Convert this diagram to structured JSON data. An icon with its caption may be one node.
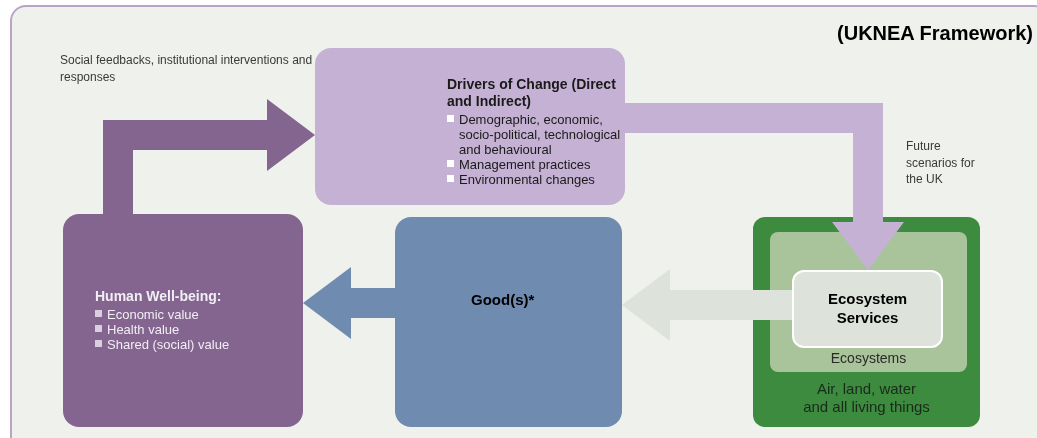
{
  "diagram": {
    "title": "(UKNEA Framework)",
    "nodes": [
      {
        "text": [
          "Drivers of Change (Direct and Indirect)",
          "Demographic, economic, socio-political, technological and behavioural",
          "Management practices",
          "Environmental changes"
        ]
      },
      {
        "text": [
          "Human Well-being:",
          "Economic value",
          "Health value",
          "Shared (social) value"
        ]
      },
      {
        "text": [
          "Good(s)*"
        ]
      },
      {
        "text": [
          "Air, land, water and all living things"
        ]
      },
      {
        "text": [
          "Ecosystems"
        ],
        "in": 3
      },
      {
        "text": [
          "Ecosystem Services"
        ],
        "in": 4
      }
    ],
    "edges": [
      {
        "from": 1,
        "to": 0,
        "arrow": "to",
        "label": "Social feedbacks, institutional interventions and responses",
        "color": "#83658f"
      },
      {
        "from": 0,
        "to": 5,
        "arrow": "to",
        "label": "Future scenarios for the UK",
        "color": "#c5b1d4"
      },
      {
        "from": 5,
        "to": 2,
        "arrow": "to",
        "color": "#dde3da"
      },
      {
        "from": 2,
        "to": 1,
        "arrow": "to",
        "color": "#6f8bb0"
      }
    ]
  }
}
